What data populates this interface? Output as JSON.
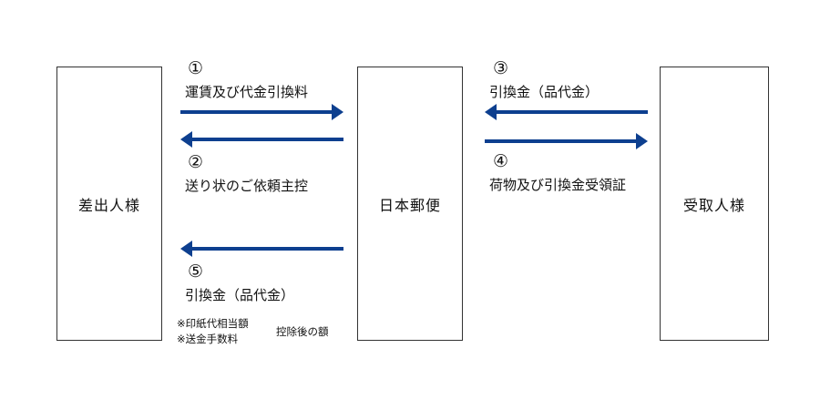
{
  "parties": {
    "sender": "差出人様",
    "post": "日本郵便",
    "recipient": "受取人様"
  },
  "steps": [
    {
      "num": "①",
      "label": "運賃及び代金引換料"
    },
    {
      "num": "②",
      "label": "送り状のご依頼主控"
    },
    {
      "num": "③",
      "label": "引換金（品代金）"
    },
    {
      "num": "④",
      "label": "荷物及び引換金受領証"
    },
    {
      "num": "⑤",
      "label": "引換金（品代金）"
    }
  ],
  "notes": {
    "left_line1": "※印紙代相当額",
    "left_line2": "※送金手数料",
    "right": "控除後の額"
  },
  "colors": {
    "arrow": "#0d3f8f",
    "border": "#333333"
  }
}
